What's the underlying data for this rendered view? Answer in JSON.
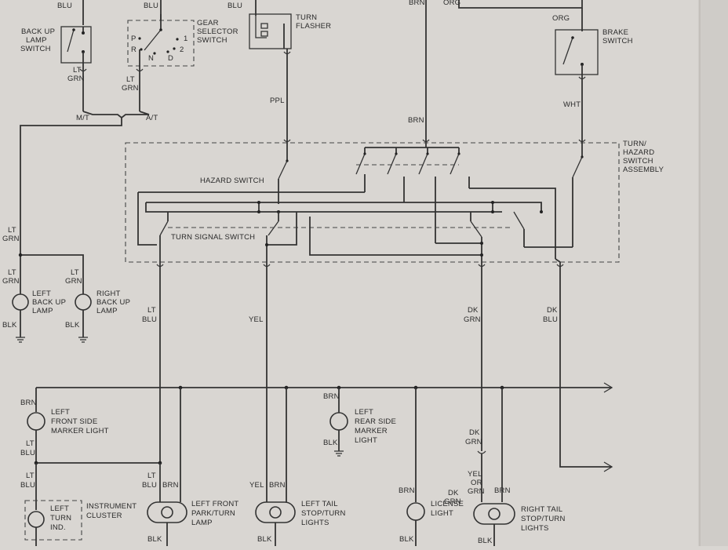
{
  "labels": {
    "blu_left": "BLU",
    "blu_mid": "BLU",
    "brn_top": "BRN",
    "org_top": "ORG",
    "backup_switch": [
      "BACK UP",
      "LAMP",
      "SWITCH"
    ],
    "gear_selector": [
      "GEAR",
      "SELECTOR",
      "SWITCH"
    ],
    "gear_positions": [
      "P",
      "R",
      "N",
      "D",
      "1",
      "2"
    ],
    "turn_flasher": [
      "TURN",
      "FLASHER"
    ],
    "brake_switch": [
      "BRAKE",
      "SWITCH"
    ],
    "org_brake": "ORG",
    "ltgrn_a": [
      "LT",
      "GRN"
    ],
    "ltgrn_b": [
      "LT",
      "GRN"
    ],
    "mt": "M/T",
    "at": "A/T",
    "ppl": "PPL",
    "brn_mid": "BRN",
    "wht": "WHT",
    "hazard_assembly": [
      "TURN/",
      "HAZARD",
      "SWITCH",
      "ASSEMBLY"
    ],
    "hazard_switch": "HAZARD SWITCH",
    "turn_signal_switch": "TURN SIGNAL SWITCH",
    "ltgrn_c": [
      "LT",
      "GRN"
    ],
    "ltgrn_d": [
      "LT",
      "GRN"
    ],
    "ltgrn_e": [
      "LT",
      "GRN"
    ],
    "left_backup": [
      "LEFT",
      "BACK UP",
      "LAMP"
    ],
    "right_backup": [
      "RIGHT",
      "BACK UP",
      "LAMP"
    ],
    "blk_a": "BLK",
    "blk_b": "BLK",
    "ltblu_a": [
      "LT",
      "BLU"
    ],
    "yel_a": "YEL",
    "dkgrn_a": [
      "DK",
      "GRN"
    ],
    "dkblu_a": [
      "DK",
      "BLU"
    ],
    "brn_lfs": "BRN",
    "left_front_side": [
      "LEFT",
      "FRONT SIDE",
      "MARKER LIGHT"
    ],
    "ltblu_b": [
      "LT",
      "BLU"
    ],
    "brn_lrs": "BRN",
    "left_rear_side": [
      "LEFT",
      "REAR SIDE",
      "MARKER",
      "LIGHT"
    ],
    "blk_lrs": "BLK",
    "dkgrn_b": [
      "DK",
      "GRN"
    ],
    "ltblu_c": [
      "LT",
      "BLU"
    ],
    "instrument_cluster": [
      "INSTRUMENT",
      "CLUSTER"
    ],
    "left_turn_ind": [
      "LEFT",
      "TURN",
      "IND."
    ],
    "ltblu_d": "LT",
    "ltblu_d2": "BLU",
    "brn_lfp": "BRN",
    "left_front_park": [
      "LEFT FRONT",
      "PARK/TURN",
      "LAMP"
    ],
    "yel_b": "YEL",
    "brn_lt": "BRN",
    "left_tail": [
      "LEFT TAIL",
      "STOP/TURN",
      "LIGHTS"
    ],
    "brn_lic": "BRN",
    "license_light": [
      "LICENSE",
      "LIGHT"
    ],
    "yel_or_grn": [
      "YEL",
      "OR",
      "GRN"
    ],
    "dkgrn_c": [
      "DK",
      "GRN"
    ],
    "brn_rt": "BRN",
    "right_tail": [
      "RIGHT TAIL",
      "STOP/TURN",
      "LIGHTS"
    ],
    "blk_lfp": "BLK",
    "blk_lt": "BLK",
    "blk_lic": "BLK",
    "blk_rt": "BLK"
  },
  "colors": {
    "paper": "#d9d6d2",
    "ink": "#333333"
  }
}
